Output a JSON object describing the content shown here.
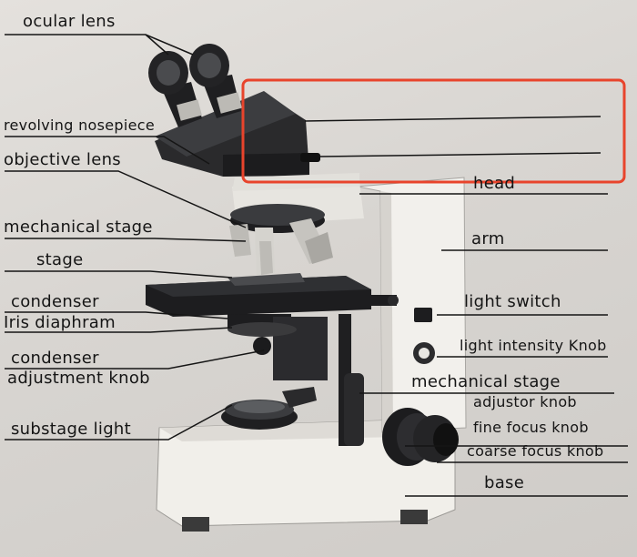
{
  "colors": {
    "ink": "#151515",
    "highlight_box": "#e8442c",
    "microscope_body": "#f1efea",
    "dark_parts": "#2a2a2c"
  },
  "labels_left": {
    "ocular_lens": "ocular lens",
    "revolving_nosepiece": "revolving nosepiece",
    "objective_lens": "objective lens",
    "mechanical_stage": "mechanical stage",
    "stage": "stage",
    "condenser": "condenser",
    "iris_diaphragm": "Iris diaphram",
    "condenser_adjustment_line1": "condenser",
    "condenser_adjustment_line2": "adjustment knob",
    "substage_light": "substage light"
  },
  "labels_right": {
    "head": "head",
    "arm": "arm",
    "light_switch": "light switch",
    "light_intensity_knob": "light intensity Knob",
    "mechanical_stage": "mechanical stage",
    "adjustor_knob": "adjustor knob",
    "fine_focus_knob": "fine focus knob",
    "coarse_focus_knob": "coarse focus knob",
    "base": "base"
  },
  "icons": [
    "microscope-illustration"
  ]
}
